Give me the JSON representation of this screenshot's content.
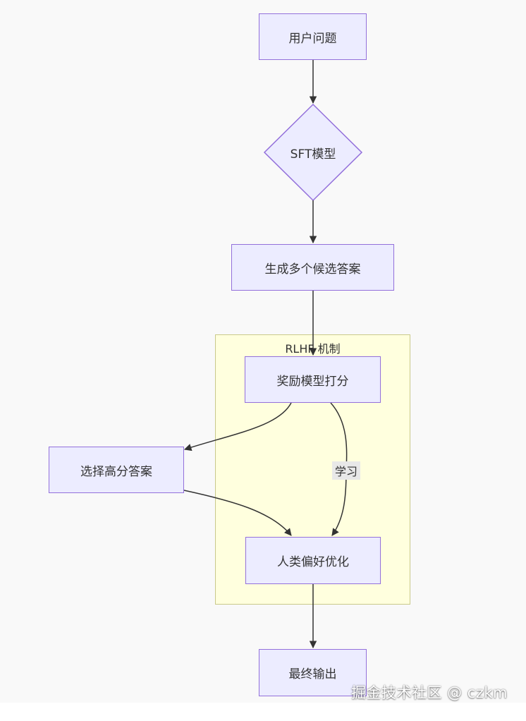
{
  "diagram": {
    "nodes": {
      "user_question": "用户问题",
      "sft_model": "SFT模型",
      "generate_candidates": "生成多个候选答案",
      "reward_model_score": "奖励模型打分",
      "select_high_score": "选择高分答案",
      "human_preference_optimize": "人类偏好优化",
      "final_output": "最终输出"
    },
    "cluster": {
      "label": "RLHF 机制"
    },
    "edge_labels": {
      "learn": "学习"
    }
  },
  "colors": {
    "node_fill": "#ececff",
    "node_border": "#9370db",
    "cluster_fill": "#ffffde",
    "cluster_border": "#c9c98a",
    "edge": "#333333"
  },
  "watermark": "掘金技术社区 @ czkm"
}
